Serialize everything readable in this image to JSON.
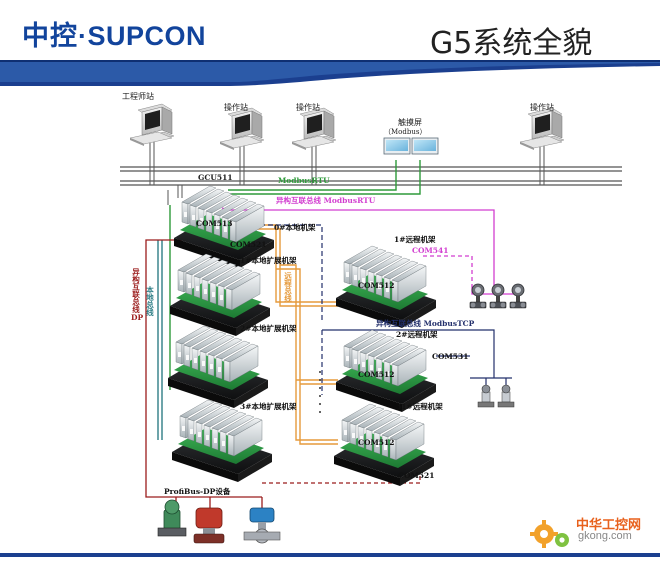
{
  "header": {
    "logo_cn": "中控",
    "logo_dot": "·",
    "logo_en": "SUPCON",
    "title": "G5系统全貌"
  },
  "stations": {
    "engineer": "工程师站",
    "operator1": "操作站",
    "operator2": "操作站",
    "operator3": "操作站",
    "touchscreen": "触摸屏",
    "touchscreen_sub": "（Modbus）"
  },
  "labels": {
    "gcu": "GCU511",
    "modbus_rtu": "ModbusRTU",
    "hetero_bus_rtu": "异构互联总线 ModbusRTU",
    "com513": "COM513",
    "com521_a": "COM521",
    "local_rack0": "0#本地机架",
    "local_ext1": "1#本地扩展机架",
    "local_ext2": "2#本地扩展机架",
    "local_ext3": "3#本地扩展机架",
    "remote1": "1#远程机架",
    "remote2": "2#远程机架",
    "remote31": "31#远程机架",
    "com541": "COM541",
    "com512_a": "COM512",
    "com512_b": "COM512",
    "com512_c": "COM512",
    "com531": "COM531",
    "com521_b": "COM521",
    "hetero_bus_tcp": "异构互联总线 ModbusTCP",
    "remote_bus": "远程总线",
    "local_bus": "本地总线",
    "hetero_bus_dp_1": "异构互联总线",
    "hetero_bus_dp_2": "DP",
    "profibus": "ProfiBus-DP设备"
  },
  "watermark": {
    "name": "中华工控网",
    "url": "gkong.com"
  },
  "colors": {
    "brand_blue": "#12449c",
    "header_band": "#1b3f8f",
    "ethernet": "#555555",
    "modbus_rtu": "#2e9a3a",
    "hetero_bus": "#d23fd0",
    "remote_bus": "#e59a3c",
    "local_bus": "#2f7e86",
    "dp_bus": "#9b1c1c",
    "tcp_bus": "#23306c"
  }
}
